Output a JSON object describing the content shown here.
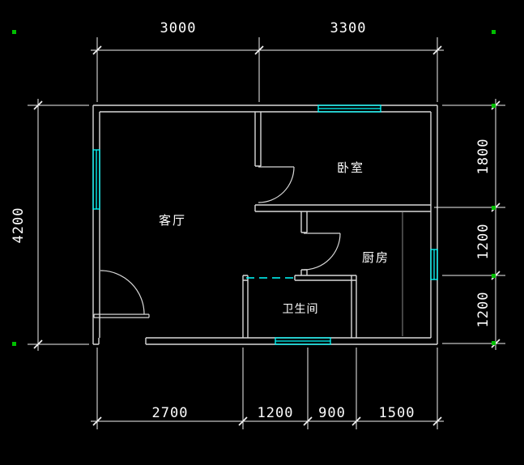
{
  "colors": {
    "background": "#000000",
    "wall": "#d8d8d8",
    "window": "#00ffff",
    "dimension": "#f2f2f2",
    "text": "#ffffff",
    "grip": "#00bf00"
  },
  "rooms": {
    "living": {
      "label": "客厅"
    },
    "bedroom": {
      "label": "卧室"
    },
    "kitchen": {
      "label": "厨房"
    },
    "bathroom": {
      "label": "卫生间"
    }
  },
  "dimensions": {
    "top": {
      "d1": "3000",
      "d2": "3300"
    },
    "bottom": {
      "d1": "2700",
      "d2": "1200",
      "d3": "900",
      "d4": "1500"
    },
    "left": {
      "d1": "4200"
    },
    "right": {
      "d1": "1800",
      "d2": "1200",
      "d3": "1200"
    }
  }
}
